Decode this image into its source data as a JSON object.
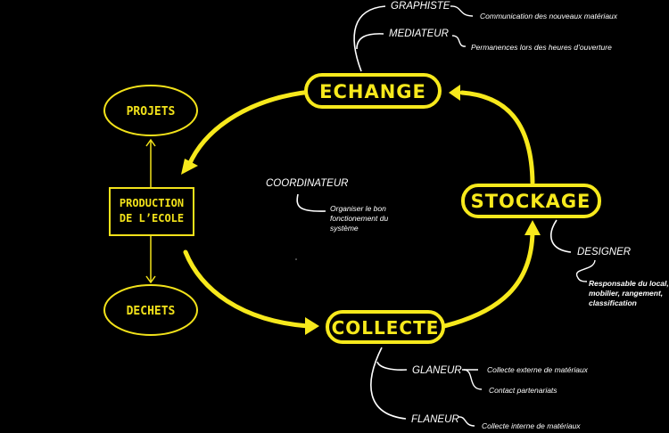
{
  "colors": {
    "background": "#000000",
    "accent_yellow": "#f7e91c",
    "text_white": "#ffffff"
  },
  "cycle": {
    "echange": "ECHANGE",
    "stockage": "STOCKAGE",
    "collecte": "COLLECTE"
  },
  "production": {
    "line1": "PRODUCTION",
    "line2": "DE L’ECOLE",
    "projets": "PROJETS",
    "dechets": "DECHETS"
  },
  "roles": {
    "graphiste": {
      "name": "GRAPHISTE",
      "tasks": [
        "Communication des nouveaux matériaux"
      ]
    },
    "mediateur": {
      "name": "MEDIATEUR",
      "tasks": [
        "Permanences lors des heures d’ouverture"
      ]
    },
    "coordinateur": {
      "name": "COORDINATEUR",
      "tasks": [
        "Organiser le bon",
        "fonctionement du",
        "système"
      ]
    },
    "designer": {
      "name": "DESIGNER",
      "tasks": [
        "Responsable du local,",
        "mobilier, rangement,",
        "classification"
      ]
    },
    "glaneur": {
      "name": "GLANEUR",
      "tasks": [
        "Collecte externe de matériaux",
        "Contact partenariats"
      ]
    },
    "flaneur": {
      "name": "FLANEUR",
      "tasks": [
        "Collecte interne de matériaux"
      ]
    }
  }
}
